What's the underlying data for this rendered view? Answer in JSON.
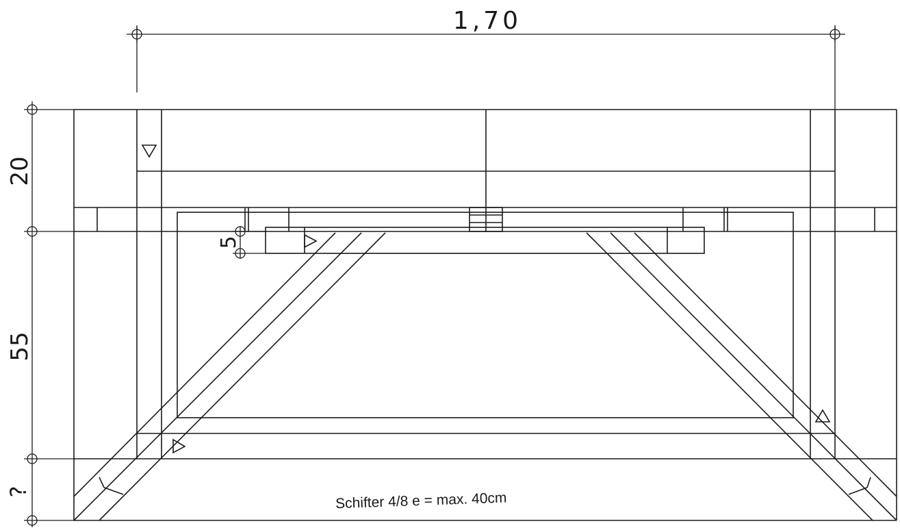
{
  "dimensions": {
    "total_width": "1,70",
    "top_height": "20",
    "board_thickness": "5",
    "middle_height": "55",
    "bottom_height": "?"
  },
  "note": "Schifter 4/8 e = max. 40cm",
  "icons": {
    "dimension_marker": "crosshair-circle-icon",
    "section_marker": "triangle-arrow-icon"
  }
}
